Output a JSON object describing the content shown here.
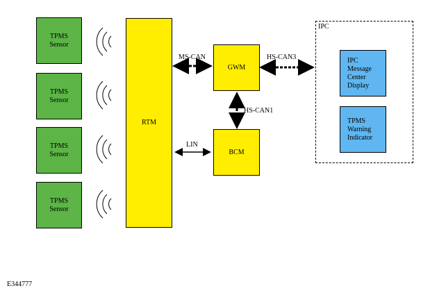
{
  "sensors": [
    {
      "line1": "TPMS",
      "line2": "Sensor"
    },
    {
      "line1": "TPMS",
      "line2": "Sensor"
    },
    {
      "line1": "TPMS",
      "line2": "Sensor"
    },
    {
      "line1": "TPMS",
      "line2": "Sensor"
    }
  ],
  "rtm": {
    "label": "RTM"
  },
  "gwm": {
    "label": "GWM"
  },
  "bcm": {
    "label": "BCM"
  },
  "ipc": {
    "title": "IPC",
    "message_center": {
      "line1": "IPC",
      "line2": "Message",
      "line3": "Center",
      "line4": "Display"
    },
    "warning_indicator": {
      "line1": "TPMS",
      "line2": "Warning",
      "line3": "Indicator"
    }
  },
  "connections": {
    "ms_can": "MS-CAN",
    "hs_can3": "HS-CAN3",
    "hs_can1": "HS-CAN1",
    "lin": "LIN"
  },
  "diagram_code": "E344777",
  "colors": {
    "sensor": "#5cb546",
    "module": "#ffee00",
    "ipc_item": "#5fb6f0"
  }
}
